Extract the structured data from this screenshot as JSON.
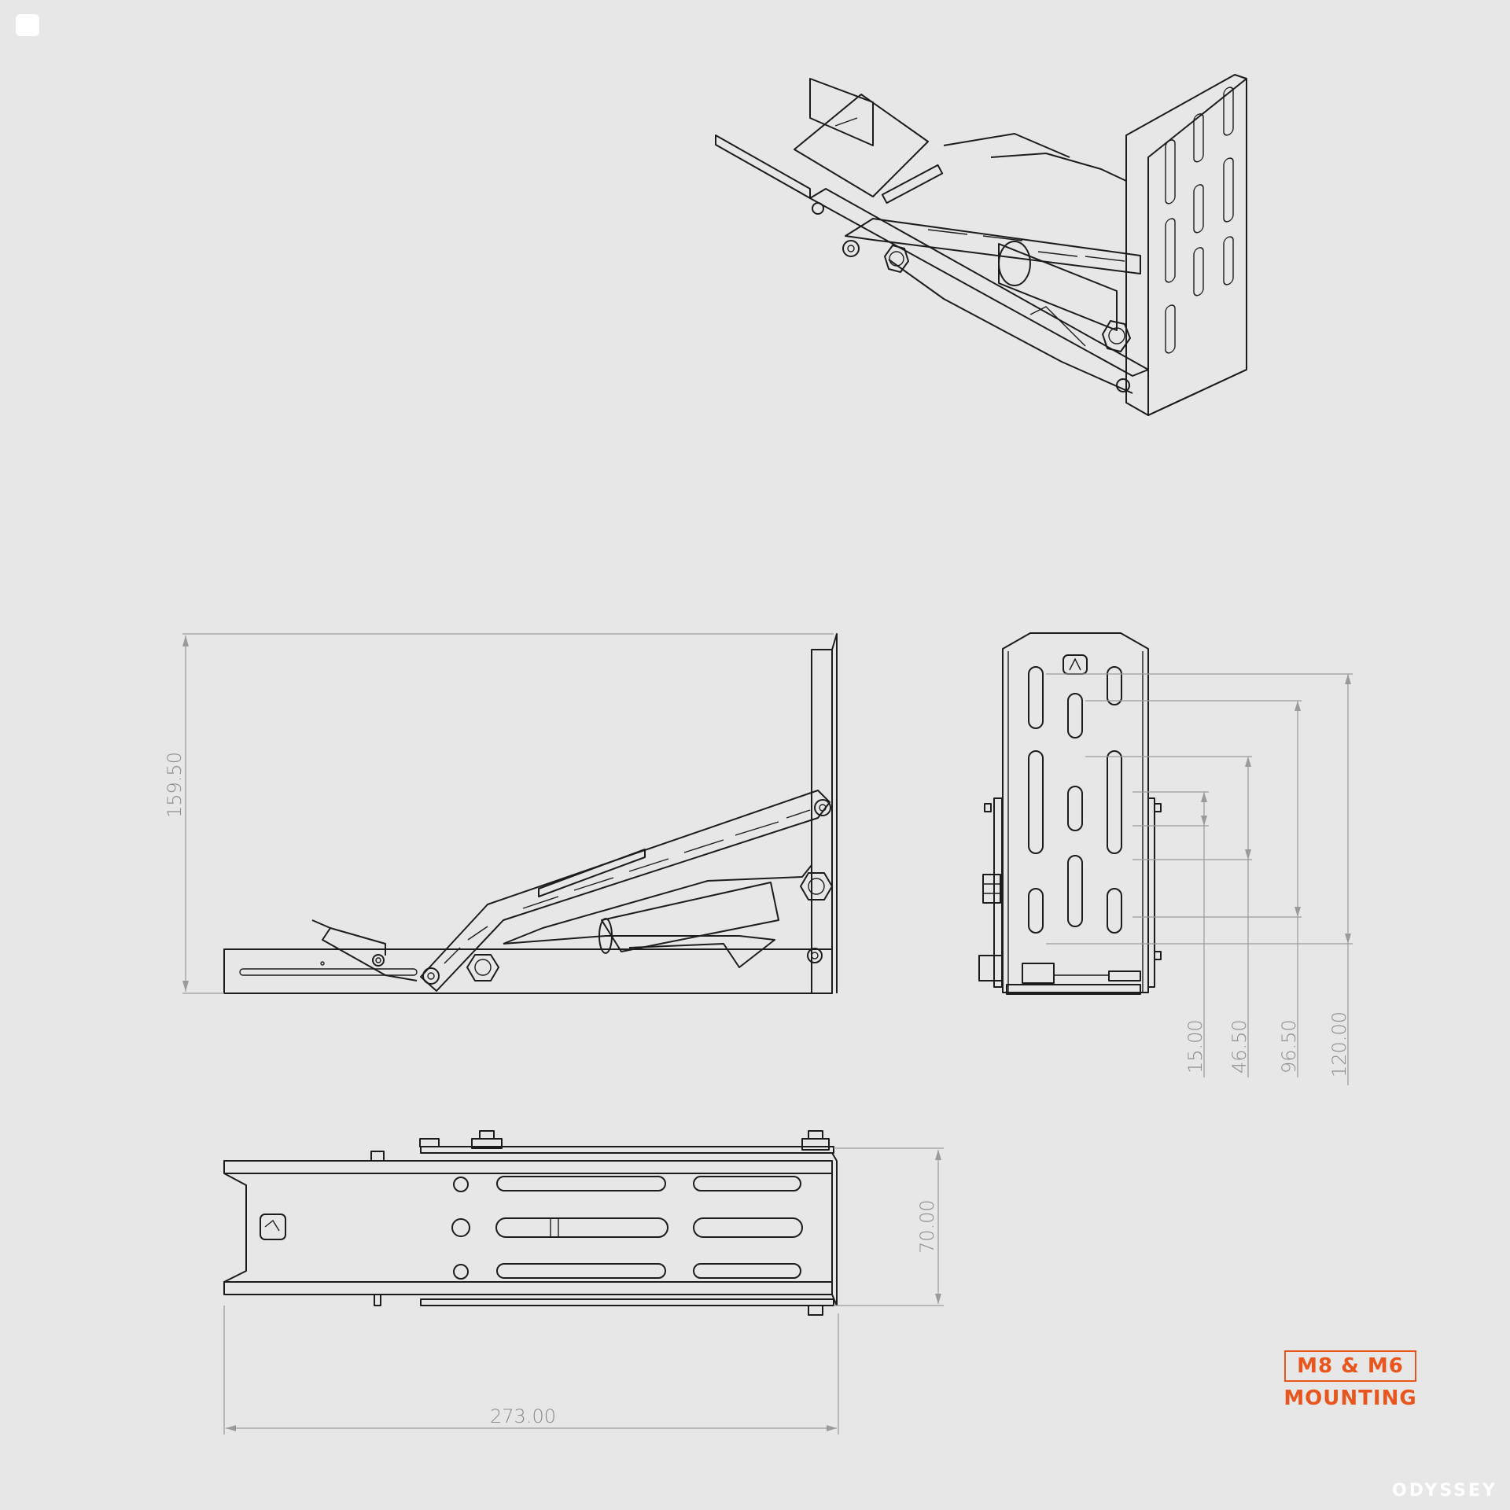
{
  "dimensions": {
    "height_side": "159.50",
    "width_top": "273.00",
    "depth_top": "70.00",
    "hole_15": "15.00",
    "hole_46": "46.50",
    "hole_96": "96.50",
    "hole_120": "120.00"
  },
  "badge": {
    "title": "M8 & M6",
    "subtitle": "MOUNTING"
  },
  "brand": {
    "name": "ODYSSEY"
  },
  "colors": {
    "accent": "#e8551d",
    "background": "#e7e7e7",
    "line": "#1c1c1c",
    "dimension": "#9a9a9a"
  }
}
